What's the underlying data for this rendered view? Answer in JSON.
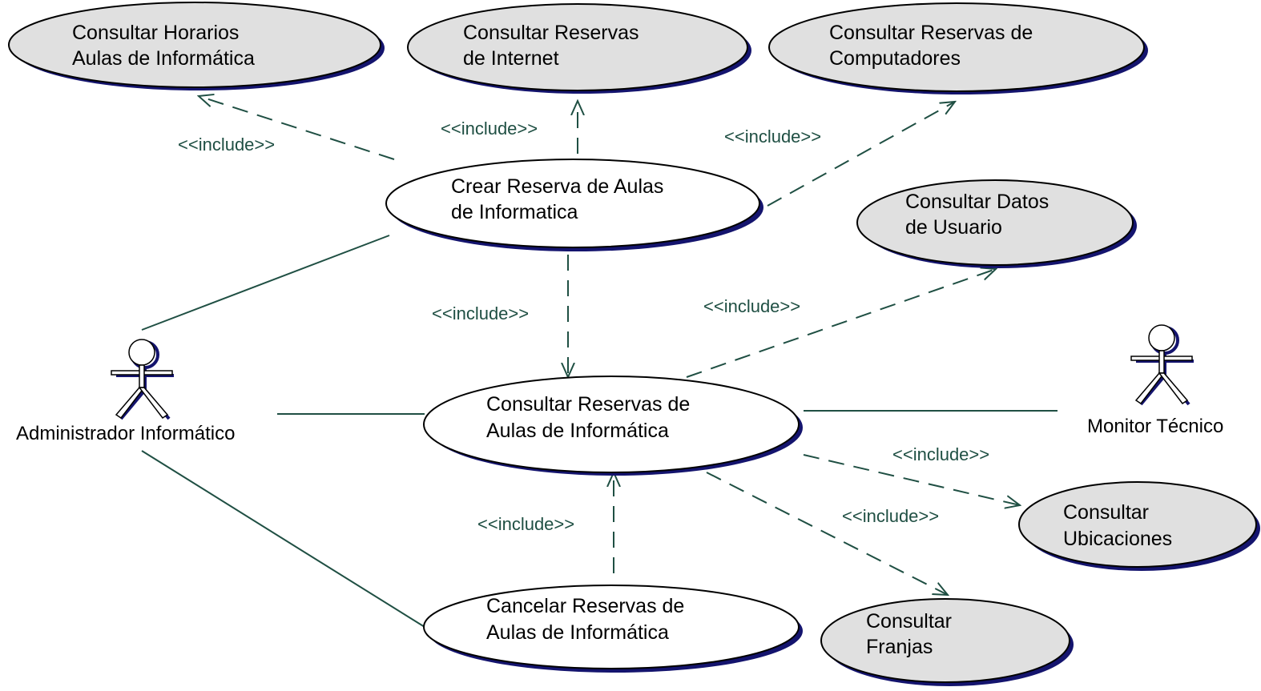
{
  "diagram": {
    "use_cases": {
      "horarios": {
        "line1": "Consultar Horarios",
        "line2": "Aulas de Informática"
      },
      "reservas_internet": {
        "line1": "Consultar Reservas",
        "line2": "de Internet"
      },
      "reservas_computadores": {
        "line1": "Consultar Reservas de",
        "line2": "Computadores"
      },
      "crear_reserva": {
        "line1": "Crear Reserva de Aulas",
        "line2": "de Informatica"
      },
      "datos_usuario": {
        "line1": "Consultar Datos",
        "line2": "de Usuario"
      },
      "consultar_reservas_aulas": {
        "line1": "Consultar Reservas de",
        "line2": "Aulas de Informática"
      },
      "ubicaciones": {
        "line1": "Consultar",
        "line2": "Ubicaciones"
      },
      "franjas": {
        "line1": "Consultar",
        "line2": "Franjas"
      },
      "cancelar_reservas": {
        "line1": "Cancelar Reservas de",
        "line2": "Aulas de Informática"
      }
    },
    "actors": {
      "admin": "Administrador Informático",
      "monitor": "Monitor Técnico"
    },
    "include_label": "<<include>>",
    "colors": {
      "ellipse_fill_included": "#e0e0e0",
      "ellipse_fill_main": "#ffffff",
      "ellipse_shadow": "#14146e",
      "connector": "#1f4f43",
      "include_text": "#1f4f43"
    }
  }
}
